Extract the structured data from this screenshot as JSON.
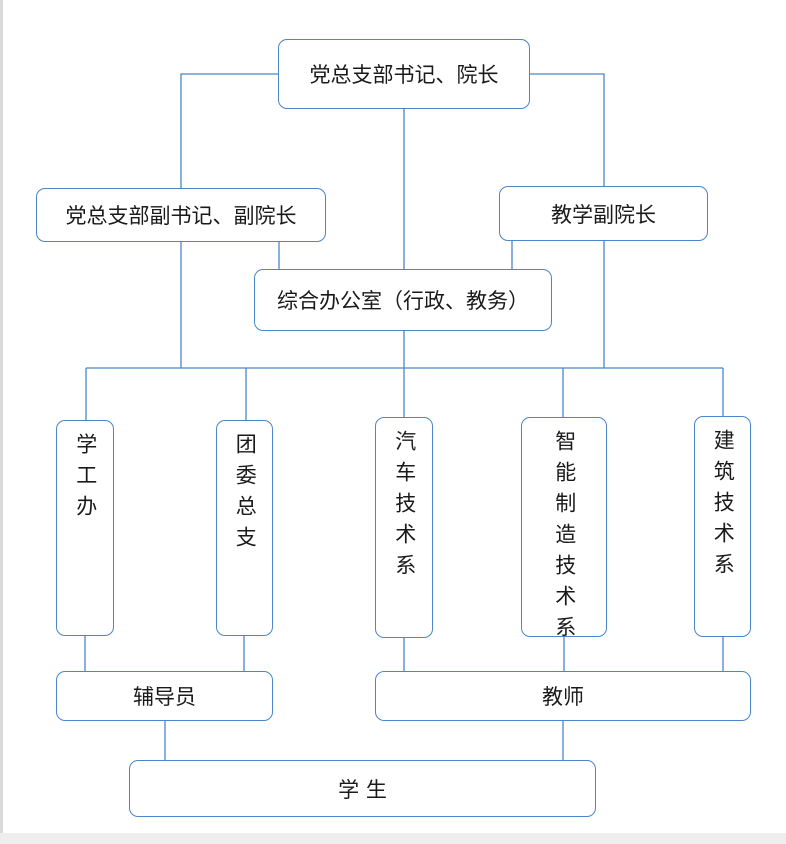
{
  "org_chart": {
    "top": "党总支部书记、院长",
    "deputy_secretary": "党总支部副书记、副院长",
    "teaching_vp": "教学副院长",
    "office": "综合办公室（行政、教务）",
    "departments": [
      {
        "label": "学工办"
      },
      {
        "label": "团委总支"
      },
      {
        "label": "汽车技术系"
      },
      {
        "label": "智能制造技术系"
      },
      {
        "label": "建筑技术系"
      }
    ],
    "counselor": "辅导员",
    "teacher": "教师",
    "student": "学 生"
  },
  "colors": {
    "border": "#4a86c8",
    "line": "#4a86c8",
    "text": "#1a1a1a"
  }
}
